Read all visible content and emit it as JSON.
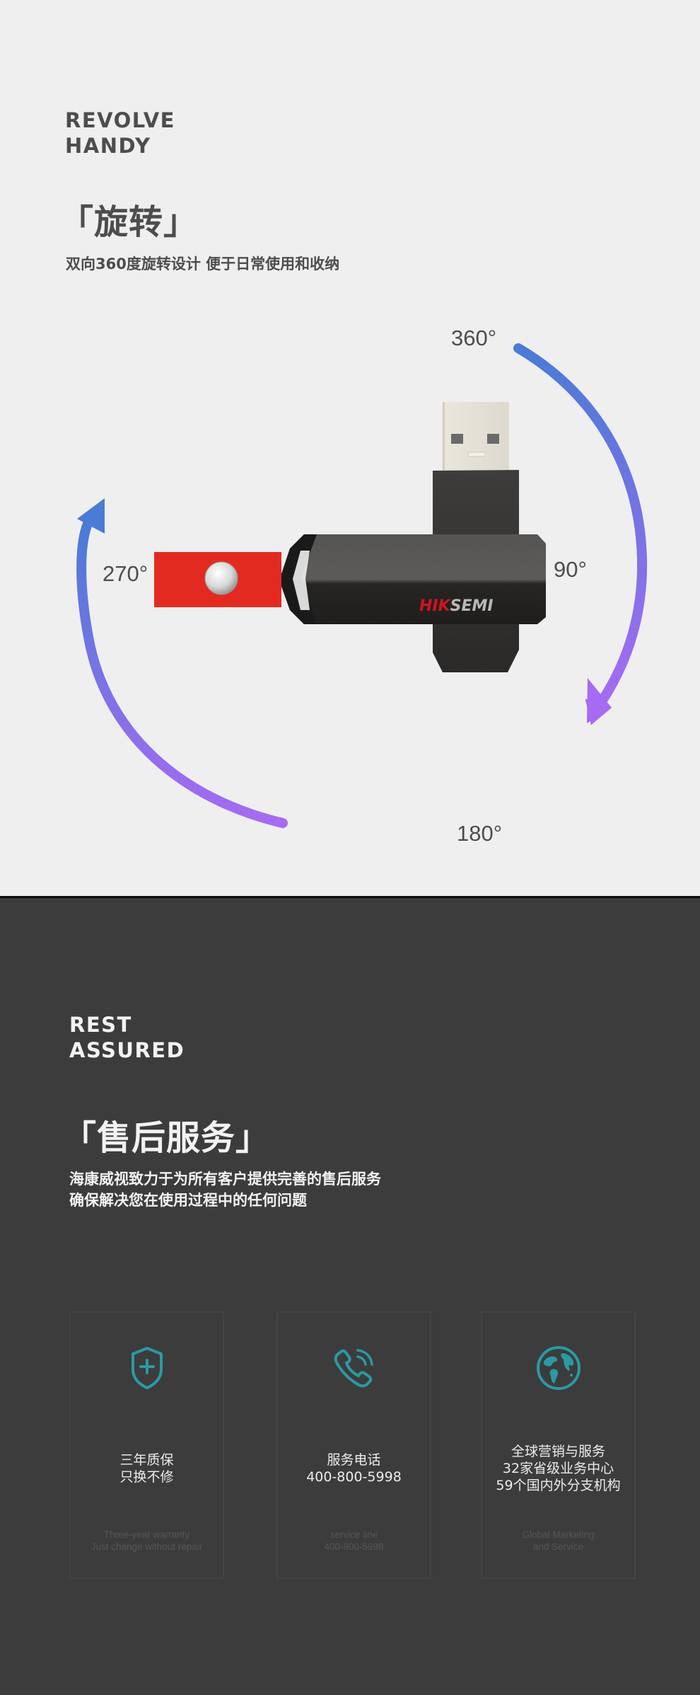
{
  "revolve": {
    "en_title_line1": "REVOLVE",
    "en_title_line2": "HANDY",
    "cn_title": "「旋转」",
    "cn_subtitle": "双向360度旋转设计 便于日常使用和收纳",
    "text_color": "#4d4d4d",
    "background": "#efefef",
    "diagram": {
      "labels": {
        "deg_360": "360°",
        "deg_90": "90°",
        "deg_180": "180°",
        "deg_270": "270°"
      },
      "arrow_gradient": {
        "start": "#4a7bd6",
        "end": "#a66bf2"
      },
      "product": {
        "brand_red": "HIK",
        "brand_grey": "SEMI",
        "brand_red_color": "#d0141c",
        "brand_grey_color": "#b9b9b9",
        "strap_color": "#e22a20",
        "body_color": "#3a3a3a"
      }
    }
  },
  "service": {
    "en_title_line1": "REST",
    "en_title_line2": "ASSURED",
    "cn_title": "「售后服务」",
    "cn_desc_line1": "海康威视致力于为所有客户提供完善的售后服务",
    "cn_desc_line2": "确保解决您在使用过程中的任何问题",
    "background": "#3c3c3c",
    "accent_color": "#2a9aa3",
    "cards": [
      {
        "icon": "shield-plus-icon",
        "main_lines": [
          "三年质保",
          "只换不修"
        ],
        "en_lines": [
          "Three-year warranty",
          "Just change without repair"
        ]
      },
      {
        "icon": "phone-call-icon",
        "main_lines": [
          "服务电话",
          "400-800-5998"
        ],
        "en_lines": [
          "service line",
          "400-800-5998"
        ]
      },
      {
        "icon": "globe-icon",
        "main_lines": [
          "全球营销与服务",
          "32家省级业务中心",
          "59个国内外分支机构"
        ],
        "en_lines": [
          "Global Marketing",
          "and Service"
        ]
      }
    ]
  }
}
